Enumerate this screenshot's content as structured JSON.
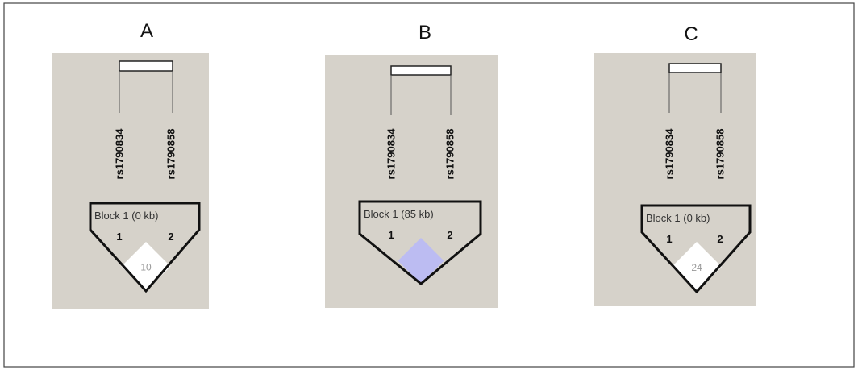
{
  "panels": [
    {
      "letter": "A",
      "snps": [
        "rs1790834",
        "rs1790858"
      ],
      "block_label": "Block 1 (0 kb)",
      "marker_numbers": [
        "1",
        "2"
      ],
      "ld_value": "10",
      "ld_color": "#ffffff"
    },
    {
      "letter": "B",
      "snps": [
        "rs1790834",
        "rs1790858"
      ],
      "block_label": "Block 1 (85 kb)",
      "marker_numbers": [
        "1",
        "2"
      ],
      "ld_value": "",
      "ld_color": "#bcbcf2"
    },
    {
      "letter": "C",
      "snps": [
        "rs1790834",
        "rs1790858"
      ],
      "block_label": "Block 1 (0 kb)",
      "marker_numbers": [
        "1",
        "2"
      ],
      "ld_value": "24",
      "ld_color": "#ffffff"
    }
  ],
  "colors": {
    "panel_bg": "#d6d2ca",
    "border": "#000000"
  }
}
